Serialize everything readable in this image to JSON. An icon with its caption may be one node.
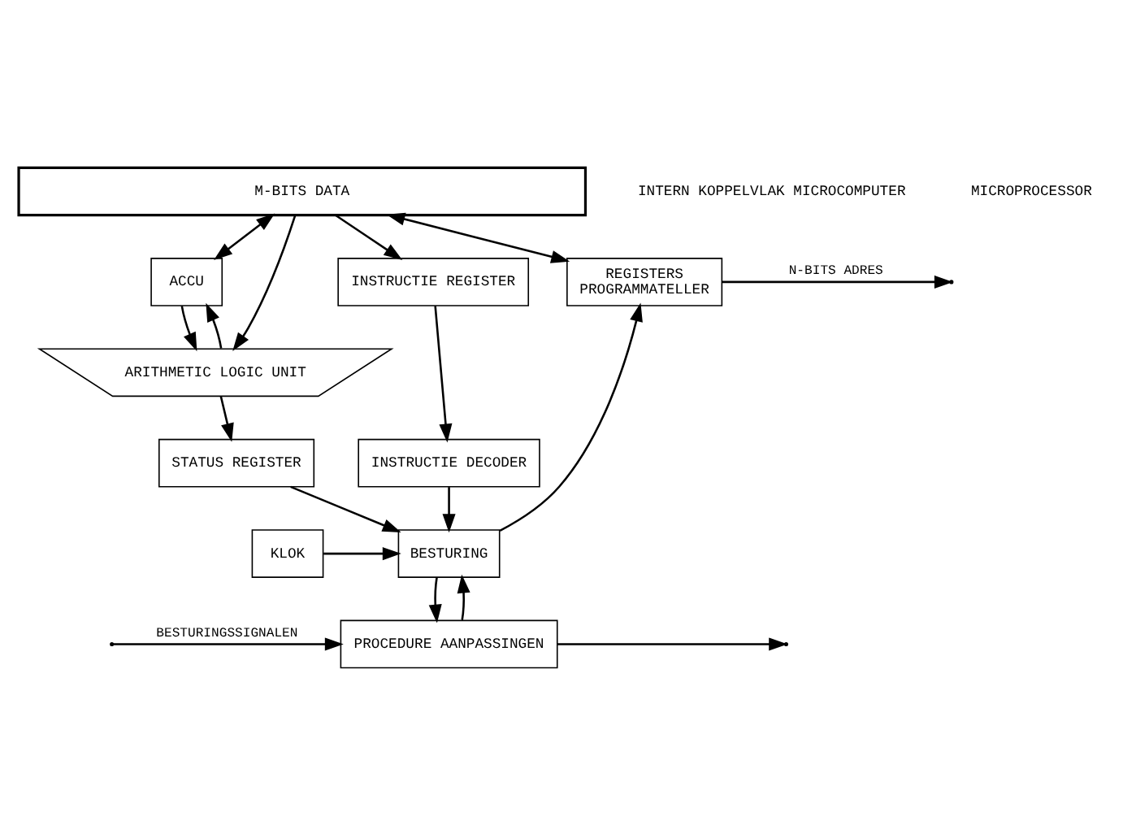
{
  "diagram": {
    "nodes": [
      {
        "text": [
          "M-BITS DATA"
        ]
      },
      {
        "text": [
          "ACCU"
        ]
      },
      {
        "text": [
          "ARITHMETIC LOGIC UNIT"
        ]
      },
      {
        "text": [
          "INSTRUCTIE REGISTER"
        ]
      },
      {
        "text": [
          "REGISTERS",
          "PROGRAMMATELLER"
        ]
      },
      {
        "text": [
          "STATUS REGISTER"
        ]
      },
      {
        "text": [
          "INSTRUCTIE DECODER"
        ]
      },
      {
        "text": [
          "KLOK"
        ]
      },
      {
        "text": [
          "BESTURING"
        ]
      },
      {
        "text": [
          "PROCEDURE AANPASSINGEN"
        ]
      }
    ],
    "edges": [
      {
        "from": 0,
        "to": 1,
        "arrow": "both"
      },
      {
        "from": 1,
        "to": 2,
        "arrow": "to"
      },
      {
        "from": 0,
        "to": 2,
        "arrow": "to"
      },
      {
        "from": 2,
        "to": 1,
        "arrow": "to"
      },
      {
        "from": 2,
        "to": 5,
        "arrow": "to"
      },
      {
        "from": 0,
        "to": 3,
        "arrow": "to"
      },
      {
        "from": 3,
        "to": 6,
        "arrow": "to"
      },
      {
        "from": 0,
        "to": 4,
        "arrow": "both"
      },
      {
        "from": 5,
        "to": 8,
        "arrow": "to"
      },
      {
        "from": 6,
        "to": 8,
        "arrow": "to"
      },
      {
        "from": 7,
        "to": 8,
        "arrow": "to"
      },
      {
        "from": 8,
        "to": 4,
        "arrow": "to"
      },
      {
        "from": 4,
        "to": null,
        "arrow": "to",
        "label": "N-BITS ADRES"
      },
      {
        "from": 8,
        "to": 9,
        "arrow": "to"
      },
      {
        "from": 9,
        "to": 8,
        "arrow": "to"
      },
      {
        "from": 9,
        "to": null,
        "arrow": "to"
      },
      {
        "from": null,
        "to": 9,
        "arrow": "to",
        "label": "BESTURINGSSIGNALEN"
      }
    ],
    "labels": [
      "INTERN KOPPELVLAK MICROCOMPUTER",
      "MICROPROCESSOR"
    ]
  }
}
